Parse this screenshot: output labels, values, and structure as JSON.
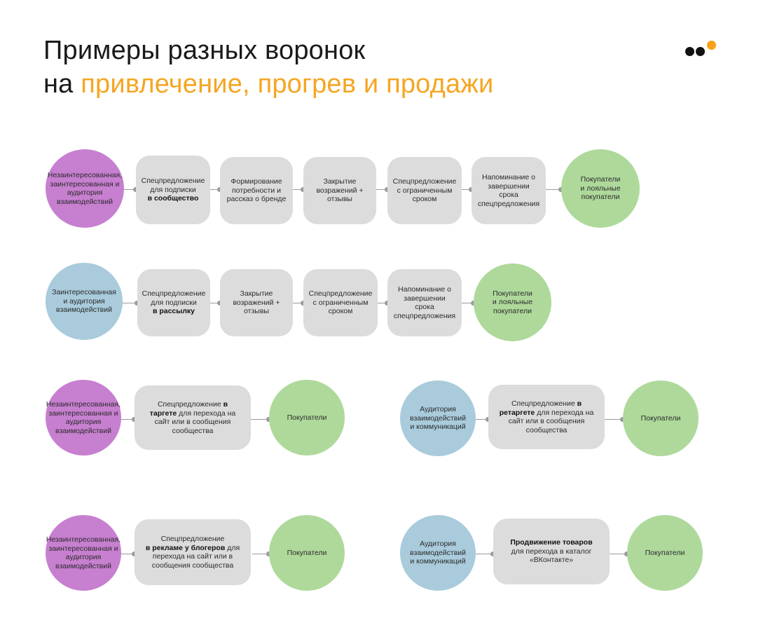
{
  "header": {
    "title_line1": "Примеры разных воронок",
    "title_line2_prefix": "на ",
    "title_line2_accent": "привлечение, прогрев и продажи",
    "accent_color": "#f5a623",
    "logo": {
      "icon": "three-dots-logo-icon",
      "dot_colors": [
        "#111111",
        "#111111",
        "#f7a11a"
      ]
    }
  },
  "colors": {
    "audience_cold": "#c77fd0",
    "audience_warm": "#a9cbdc",
    "buyers": "#aed99b",
    "step": "#dcdcdc",
    "connector": "#9a9a9a"
  },
  "funnels": [
    {
      "id": "funnel-1",
      "start": "Незаинтересованная, заинтересованная и аудитория взаимодействий",
      "steps": [
        {
          "text": "Спецпредложение для подписки",
          "bold": "в сообщество"
        },
        {
          "text": "Формирование потребности и рассказ о бренде"
        },
        {
          "text": "Закрытие возражений + отзывы"
        },
        {
          "text": "Спецпредложение с ограниченным сроком"
        },
        {
          "text": "Напоминание о завершении срока спецпредложения"
        }
      ],
      "end": "Покупатели и лояльные покупатели"
    },
    {
      "id": "funnel-2",
      "start": "Заинтересованная и аудитория взаимодействий",
      "steps": [
        {
          "text": "Спецпредложение для подписки",
          "bold": "в рассылку"
        },
        {
          "text": "Закрытие возражений + отзывы"
        },
        {
          "text": "Спецпредложение с ограниченным сроком"
        },
        {
          "text": "Напоминание о завершении срока спецпредложения"
        }
      ],
      "end": "Покупатели и лояльные покупатели"
    },
    {
      "id": "funnel-3",
      "start": "Незаинтересованная, заинтересованная и аудитория взаимодействий",
      "steps": [
        {
          "text_before": "Спецпредложение ",
          "bold": "в таргете",
          "text_after": " для перехода на сайт или в сообщения сообщества"
        }
      ],
      "end": "Покупатели"
    },
    {
      "id": "funnel-4",
      "start": "Аудитория взаимодействий и коммуникаций",
      "steps": [
        {
          "text_before": "Спецпредложение ",
          "bold": "в ретаргете",
          "text_after": " для перехода на сайт или в сообщения сообщества"
        }
      ],
      "end": "Покупатели"
    },
    {
      "id": "funnel-5",
      "start": "Незаинтересованная, заинтересованная и аудитория взаимодействий",
      "steps": [
        {
          "text_before": "Спецпредложение ",
          "bold": "в рекламе у блогеров",
          "text_after": " для перехода на сайт или в сообщения сообщества"
        }
      ],
      "end": "Покупатели"
    },
    {
      "id": "funnel-6",
      "start": "Аудитория взаимодействий и коммуникаций",
      "steps": [
        {
          "bold": "Продвижение товаров",
          "text_after": " для перехода в каталог «ВКонтакте»"
        }
      ],
      "end": "Покупатели"
    }
  ]
}
